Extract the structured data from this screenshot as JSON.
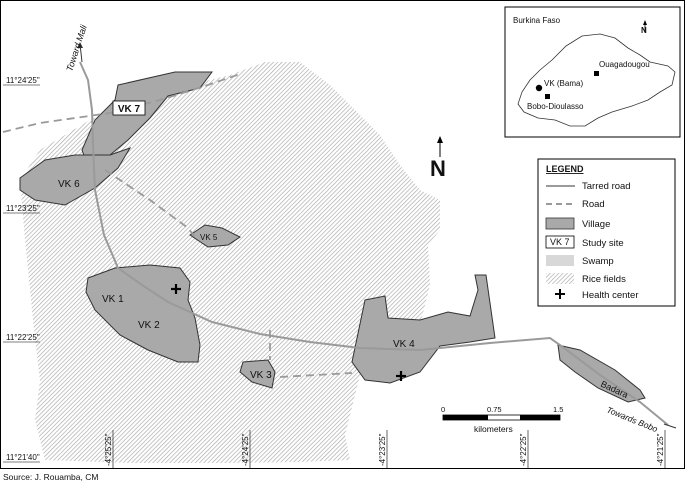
{
  "villages": {
    "vk1": "VK 1",
    "vk2": "VK 2",
    "vk3": "VK 3",
    "vk4": "VK 4",
    "vk5": "VK 5",
    "vk6": "VK 6",
    "vk7": "VK 7",
    "badara": "Badara"
  },
  "roads": {
    "toward_mali": "Toward Mali",
    "towards_bobo": "Towards Bobo"
  },
  "latitudes": [
    "11°24'25\"",
    "11°23'25\"",
    "11°22'25\"",
    "11°21'40\""
  ],
  "longitudes": [
    "-4°25'25\"",
    "-4°24'25\"",
    "-4°23'25\"",
    "-4°22'25\"",
    "-4°21'25\""
  ],
  "north": "N",
  "legend": {
    "title": "LEGEND",
    "tarred_road": "Tarred road",
    "road": "Road",
    "village": "Village",
    "study_site_symbol": "VK 7",
    "study_site": "Study site",
    "swamp": "Swamp",
    "rice_fields": "Rice fields",
    "health_center": "Health center"
  },
  "scale": {
    "ticks": [
      "0",
      "0.75",
      "1.5"
    ],
    "unit": "kilometers"
  },
  "inset": {
    "country": "Burkina Faso",
    "capital": "Ouagadougou",
    "site": "VK (Bama)",
    "city": "Bobo-Dioulasso",
    "north": "N"
  },
  "source": "Source: J. Rouamba, CM",
  "colors": {
    "village_fill": "#a9a9a9",
    "hatch": "#b8b8b8",
    "road": "#9a9a9a"
  }
}
